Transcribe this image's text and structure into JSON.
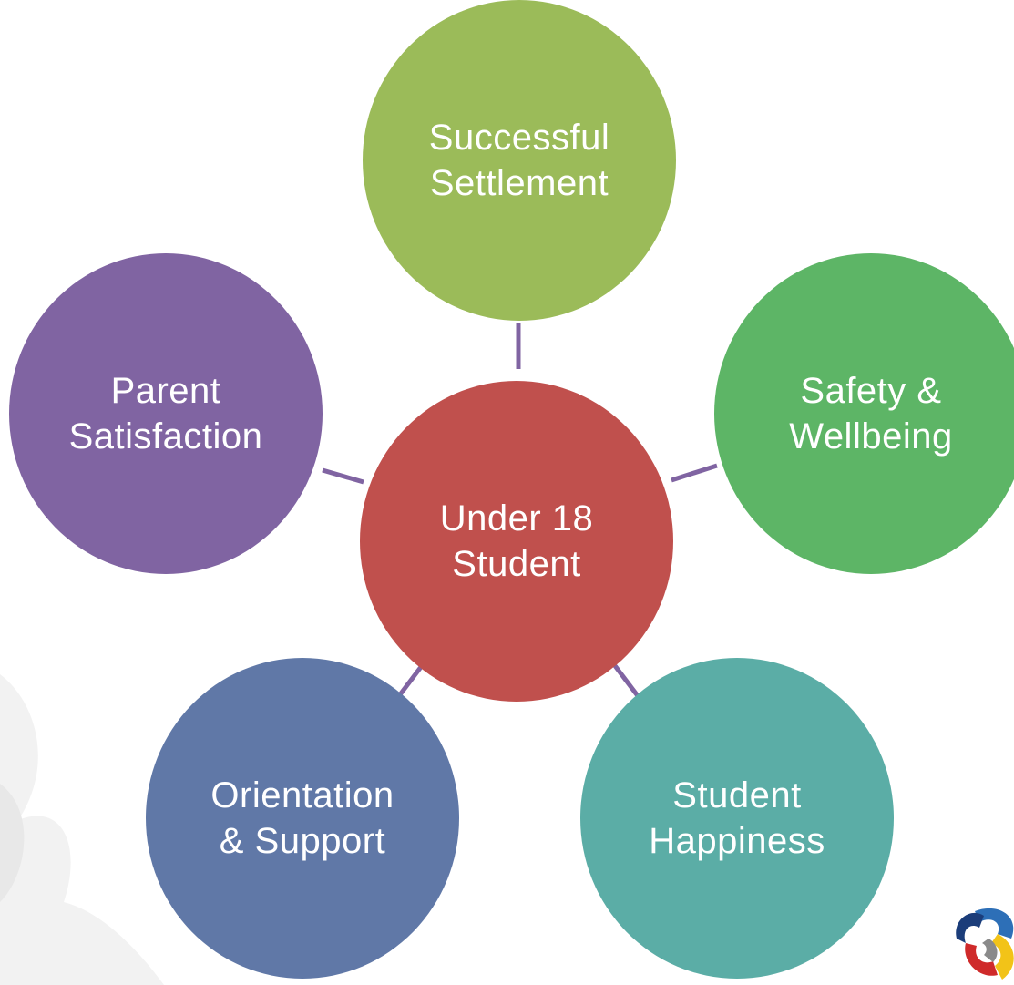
{
  "diagram": {
    "center": {
      "label": "Under 18\nStudent",
      "color": "#c0504d"
    },
    "nodes": [
      {
        "id": "top",
        "label": "Successful\nSettlement",
        "color": "#9bbb59"
      },
      {
        "id": "right",
        "label": "Safety &\nWellbeing",
        "color": "#5db566"
      },
      {
        "id": "br",
        "label": "Student\nHappiness",
        "color": "#5bada6"
      },
      {
        "id": "bl",
        "label": "Orientation\n& Support",
        "color": "#6078a7"
      },
      {
        "id": "left",
        "label": "Parent\nSatisfaction",
        "color": "#8064a2"
      }
    ],
    "connector_color": "#8064a2"
  },
  "logo": {
    "icon": "ribbon-logo-icon"
  }
}
